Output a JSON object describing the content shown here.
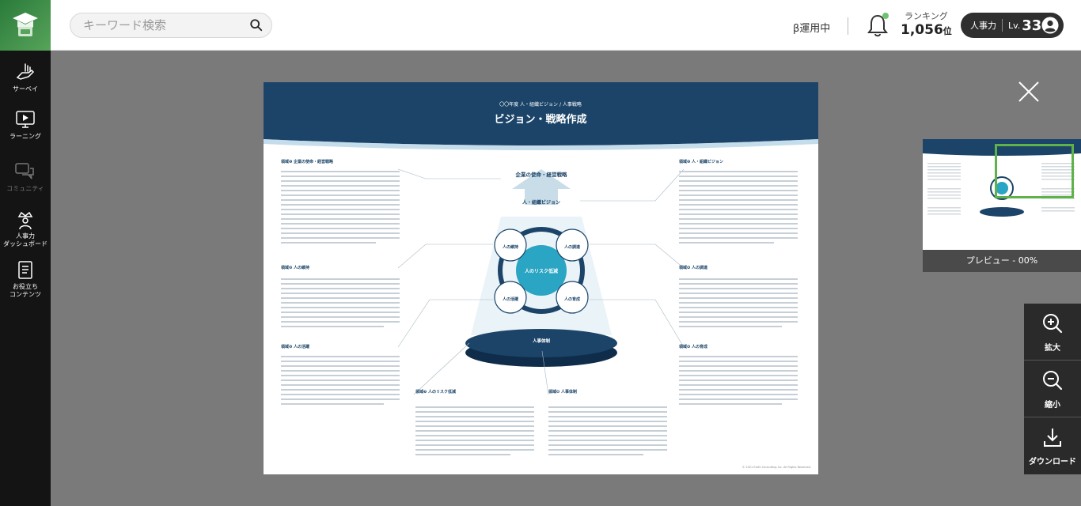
{
  "header": {
    "search_placeholder": "キーワード検索",
    "beta_label": "β運用中",
    "ranking_label": "ランキング",
    "ranking_value": "1,056",
    "ranking_unit": "位",
    "role_label": "人事力",
    "level_prefix": "Lv.",
    "level_value": "33"
  },
  "sidebar": {
    "items": [
      {
        "label": "サーベイ",
        "icon": "survey-hand-icon"
      },
      {
        "label": "ラーニング",
        "icon": "learning-video-icon"
      },
      {
        "label": "コミュニティ",
        "icon": "community-chat-icon"
      },
      {
        "label": "人事力\nダッシュボード",
        "icon": "dashboard-crown-icon"
      },
      {
        "label": "お役立ち\nコンテンツ",
        "icon": "document-icon"
      }
    ]
  },
  "document": {
    "subtitle": "〇〇年度 人・組織ビジョン / 人事戦略",
    "title": "ビジョン・戦略作成",
    "center_top_label": "企業の使命・経営戦略",
    "vision_label": "人・組織ビジョン",
    "center_circle": "人のリスク低減",
    "node_retention": "人の維持",
    "node_acquisition": "人の調達",
    "node_utilization": "人の活躍",
    "node_development": "人の育成",
    "platform_label": "人事体制",
    "sections": [
      {
        "heading": "領域❶ 企業の使命・経営戦略"
      },
      {
        "heading": "領域❷ 人・組織ビジョン"
      },
      {
        "heading": "領域❸ 人の維持"
      },
      {
        "heading": "領域❹ 人の調達"
      },
      {
        "heading": "領域❺ 人の活躍"
      },
      {
        "heading": "領域❻ 人の育成"
      },
      {
        "heading": "領域❼ 人のリスク低減"
      },
      {
        "heading": "領域❽ 人事体制"
      }
    ],
    "copyright": "© 2021 Earth Consulting Inc. All Rights Reserved."
  },
  "preview": {
    "label": "プレビュー - 00%"
  },
  "tools": {
    "zoom_in": "拡大",
    "zoom_out": "縮小",
    "download": "ダウンロード"
  },
  "colors": {
    "brand_green": "#57a45a",
    "navy": "#1b4468",
    "teal": "#2aa5c3",
    "sidebar_bg": "#141414"
  }
}
